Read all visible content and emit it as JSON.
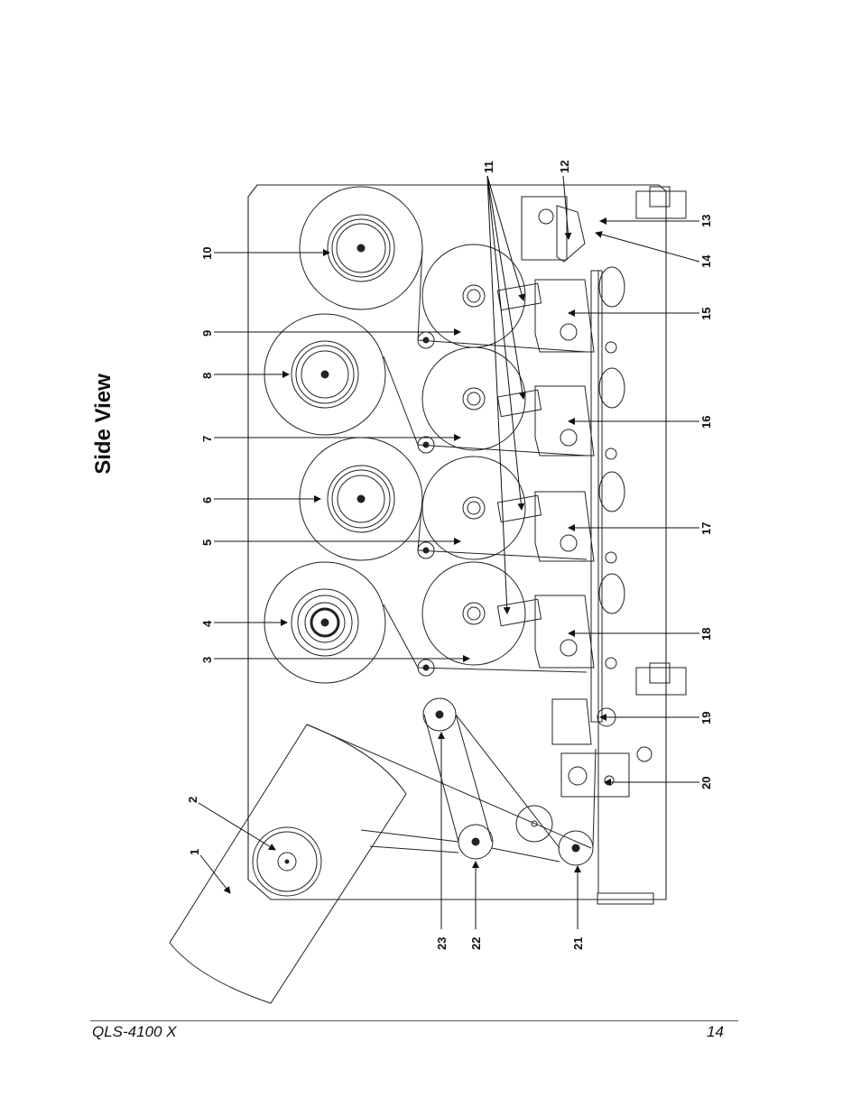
{
  "title": "Side View",
  "footer": {
    "model": "QLS-4100 X",
    "page": "14"
  },
  "callouts": [
    "1",
    "2",
    "3",
    "4",
    "5",
    "6",
    "7",
    "8",
    "9",
    "10",
    "11",
    "12",
    "13",
    "14",
    "15",
    "16",
    "17",
    "18",
    "19",
    "20",
    "21",
    "22",
    "23"
  ]
}
